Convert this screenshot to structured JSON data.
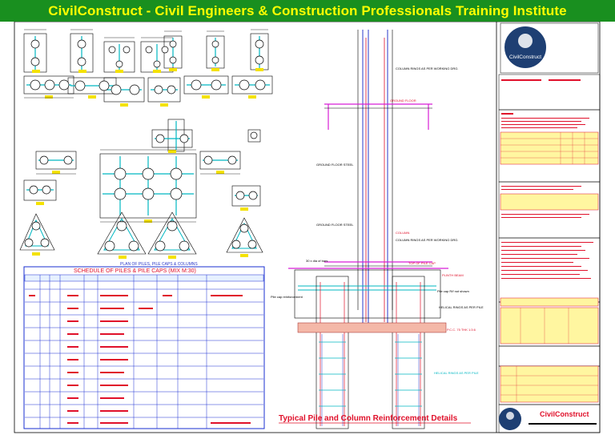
{
  "banner": {
    "title": "CivilConstruct - Civil Engineers & Construction Professionals Training Institute",
    "bg_color": "#198f1f",
    "text_color": "#ffff00"
  },
  "plan": {
    "caption": "PLAN OF PILES, PILE CAPS & COLUMNS"
  },
  "schedule": {
    "title": "SCHEDULE OF PILES & PILE CAPS (MIX M:30)"
  },
  "section": {
    "labels": {
      "column_rings_top": "COLUMN RINGS AS PER WORKING DRG.",
      "ground_floor_top": "GROUND FLOOR",
      "ground_floor_steel_1": "GROUND FLOOR STEEL",
      "ground_floor_steel_2": "GROUND FLOOR STEEL",
      "column": "COLUMN",
      "column_rings_mid": "COLUMN RINGS AS PER WORKING DRG.",
      "top_of_pile_cap": "TOP OF PILE CAP",
      "plinth_beam": "PLINTH BEAM",
      "pile_cap_reinforcement": "Pile cap reinforcement",
      "pile_cap_not_shown": "Pile cap R/f not shown",
      "helical_rings_cap": "HELICAL RINGS AS PER PILE",
      "pcc": "P.C.C. 75 THK 1:3:6",
      "helical_rings_pile": "HELICAL RINGS AS PER PILE",
      "note_dia": "30 x dia of bars"
    },
    "caption": "Typical Pile and Column Reinforcement Details"
  },
  "title_block": {
    "logo_name": "CivilConstruct",
    "footer_name": "CivilConstruct"
  }
}
